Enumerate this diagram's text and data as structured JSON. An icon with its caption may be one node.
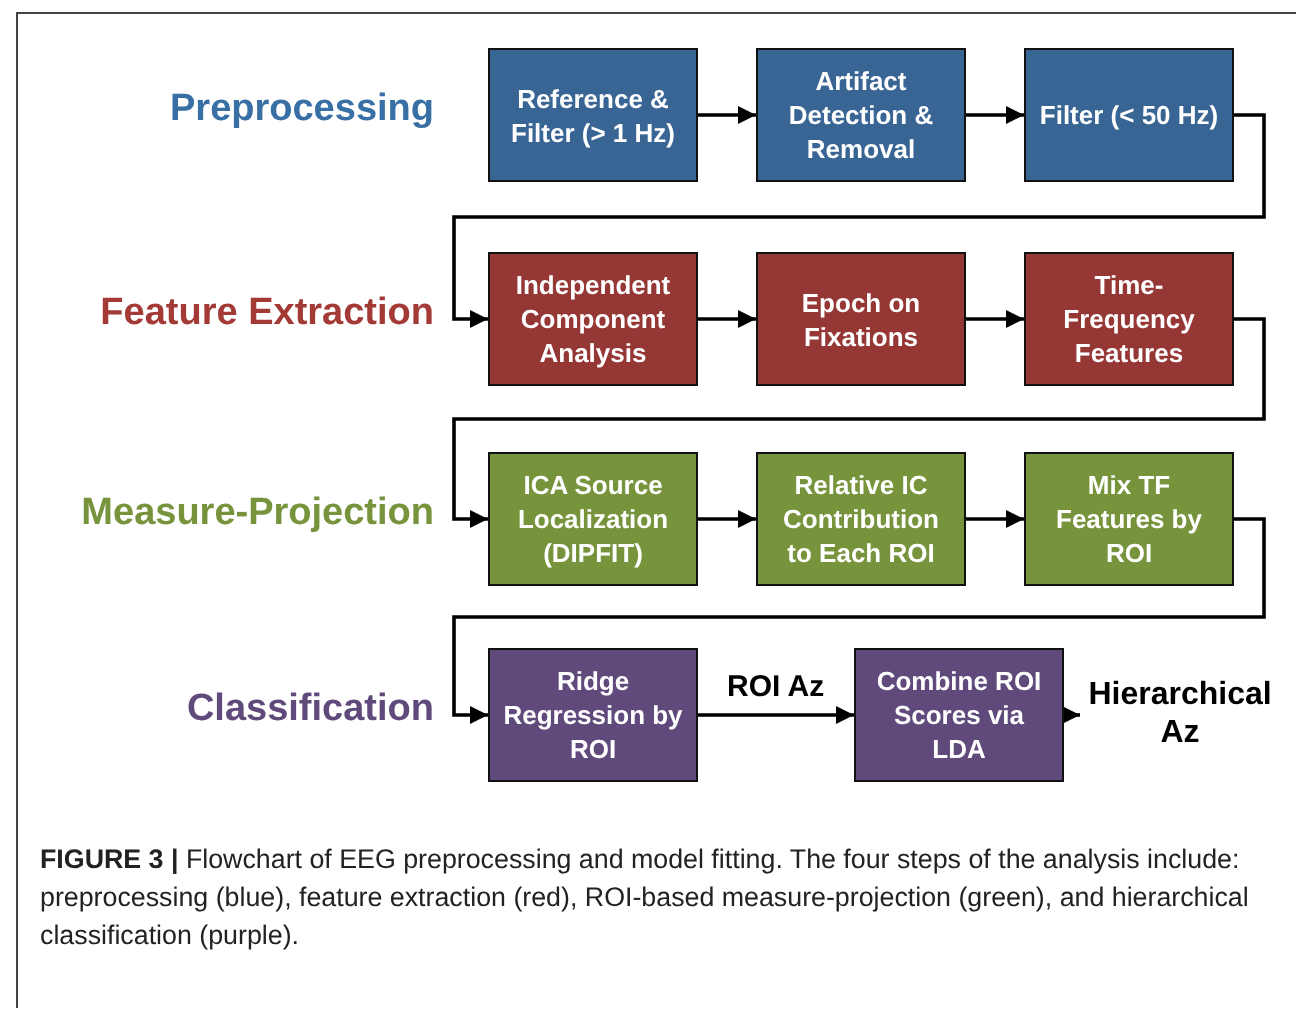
{
  "diagram": {
    "caption": "**FIGURE 3 |** Flowchart of EEG preprocessing and model fitting. The four steps of the analysis include: preprocessing (blue), feature extraction (red), ROI-based measure-projection (green), and hierarchical classification (purple).",
    "nodes": [
      {
        "text": [
          "Reference & Filter (> 1 Hz)"
        ]
      },
      {
        "text": [
          "Artifact Detection & Removal"
        ]
      },
      {
        "text": [
          "Filter (< 50 Hz)"
        ]
      },
      {
        "text": [
          "Independent Component Analysis"
        ]
      },
      {
        "text": [
          "Epoch on Fixations"
        ]
      },
      {
        "text": [
          "Time-Frequency Features"
        ]
      },
      {
        "text": [
          "ICA Source Localization (DIPFIT)"
        ]
      },
      {
        "text": [
          "Relative IC Contribution to Each ROI"
        ]
      },
      {
        "text": [
          "Mix TF Features by ROI"
        ]
      },
      {
        "text": [
          "Ridge Regression by ROI"
        ]
      },
      {
        "text": [
          "Combine ROI Scores via LDA"
        ]
      },
      {
        "text": [
          "Hierarchical Az"
        ]
      }
    ],
    "edges": [
      {
        "from": 0,
        "to": 1,
        "arrow": "to"
      },
      {
        "from": 1,
        "to": 2,
        "arrow": "to"
      },
      {
        "from": 2,
        "to": 3,
        "arrow": "to"
      },
      {
        "from": 3,
        "to": 4,
        "arrow": "to"
      },
      {
        "from": 4,
        "to": 5,
        "arrow": "to"
      },
      {
        "from": 5,
        "to": 6,
        "arrow": "to"
      },
      {
        "from": 6,
        "to": 7,
        "arrow": "to"
      },
      {
        "from": 7,
        "to": 8,
        "arrow": "to"
      },
      {
        "from": 8,
        "to": 9,
        "arrow": "to"
      },
      {
        "from": 9,
        "to": 10,
        "label": "ROI Az",
        "arrow": "to"
      },
      {
        "from": 10,
        "to": 11,
        "arrow": "to"
      }
    ],
    "labels": [
      "Preprocessing",
      "Feature Extraction",
      "Measure-Projection",
      "Classification"
    ]
  }
}
